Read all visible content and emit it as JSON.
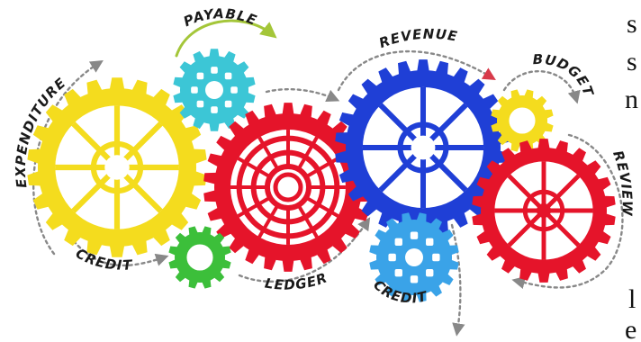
{
  "page_text_fragments": [
    {
      "id": "frag-s1",
      "text": "s"
    },
    {
      "id": "frag-s2",
      "text": "s"
    },
    {
      "id": "frag-n",
      "text": "n"
    },
    {
      "id": "frag-l",
      "text": "l"
    },
    {
      "id": "frag-e",
      "text": "e"
    }
  ],
  "labels": {
    "payable": "PAYABLE",
    "revenue": "REVENUE",
    "budget": "BUDGET",
    "expenditure": "EXPENDITURE",
    "review": "REVIEW",
    "credit_left": "CREDIT",
    "ledger": "LEDGER",
    "credit_bottom": "CREDIT"
  },
  "gears": [
    {
      "name": "expenditure-gear",
      "color": "#f4dc1e",
      "style": "spoked"
    },
    {
      "name": "payable-gear",
      "color": "#3cc6d6",
      "style": "holes"
    },
    {
      "name": "ledger-gear",
      "color": "#e5142a",
      "style": "rings"
    },
    {
      "name": "small-green-gear",
      "color": "#3cbf3a",
      "style": "plain"
    },
    {
      "name": "revenue-gear",
      "color": "#1f3fd6",
      "style": "spoked"
    },
    {
      "name": "credit-gear",
      "color": "#3aa3e8",
      "style": "holes"
    },
    {
      "name": "budget-gear",
      "color": "#f4dc1e",
      "style": "plain"
    },
    {
      "name": "review-gear",
      "color": "#e5142a",
      "style": "spoked-hub"
    }
  ],
  "colors": {
    "arrow_gray": "#888888",
    "arrow_green": "#a4c639",
    "arrow_red": "#d83a4a"
  }
}
